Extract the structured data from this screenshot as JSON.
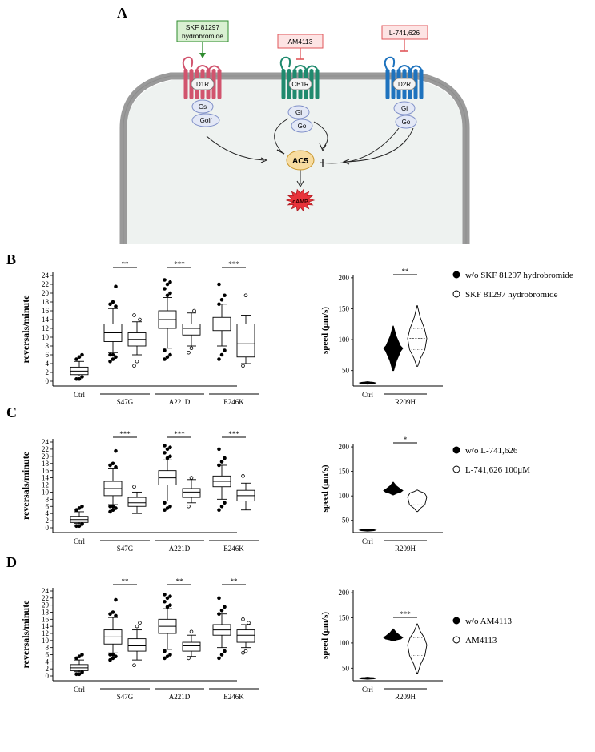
{
  "figure": {
    "panel_labels": [
      "A",
      "B",
      "C",
      "D"
    ],
    "diagram": {
      "drugs": [
        {
          "label_lines": [
            "SKF 81297",
            "hydrobromide"
          ],
          "effect": "agonist",
          "color": "#2e8b2e"
        },
        {
          "label_lines": [
            "AM4113"
          ],
          "effect": "antagonist",
          "color": "#e0565a"
        },
        {
          "label_lines": [
            "L-741,626"
          ],
          "effect": "antagonist",
          "color": "#e0565a"
        }
      ],
      "receptors": [
        "D1R",
        "CB1R",
        "D2R"
      ],
      "receptor_colors": [
        "#d1546e",
        "#1f8a6e",
        "#1e73be"
      ],
      "gproteins": [
        [
          "Gs",
          "Golf"
        ],
        [
          "Gi",
          "Go"
        ],
        [
          "Gi",
          "Go"
        ]
      ],
      "enzyme": "AC5",
      "product": "cAMP",
      "membrane_color": "#9a9a9a",
      "cell_fill": "#eef2f0",
      "enzyme_fill": "#f7dca0",
      "product_fill": "#e8333a"
    },
    "box_yaxis": {
      "label": "reversals/minute",
      "ticks": [
        0,
        2,
        4,
        6,
        8,
        10,
        12,
        14,
        16,
        18,
        20,
        22,
        24
      ]
    },
    "violin_yaxis": {
      "label": "speed (μm/s)",
      "ticks": [
        50,
        100,
        150,
        200
      ]
    },
    "box_xlabels": {
      "ctrl": "Ctrl",
      "groups": [
        "S47G",
        "A221D",
        "E246K"
      ]
    },
    "violin_xlabels": {
      "ctrl": "Ctrl",
      "group": "R209H"
    }
  },
  "chart_data": [
    {
      "panel": "B",
      "type": "box",
      "ylabel": "reversals/minute",
      "ylim": [
        0,
        24
      ],
      "categories": [
        "Ctrl",
        "S47G",
        "A221D",
        "E246K"
      ],
      "series": [
        {
          "name": "w/o SKF 81297 hydrobromide",
          "boxes": [
            {
              "cat": "Ctrl",
              "min": 1.2,
              "q1": 1.5,
              "median": 2.3,
              "q3": 3.2,
              "max": 4.5,
              "outliers": [
                0.5,
                0.5,
                1.0,
                5.0,
                5.5,
                6.0
              ]
            },
            {
              "cat": "S47G",
              "min": 6.5,
              "q1": 9.0,
              "median": 11.0,
              "q3": 13.0,
              "max": 16.5,
              "outliers": [
                4.5,
                5.0,
                5.5,
                6.0,
                6.0,
                17.0,
                17.5,
                18.0,
                21.5
              ]
            },
            {
              "cat": "A221D",
              "min": 7.5,
              "q1": 12.0,
              "median": 14.0,
              "q3": 16.0,
              "max": 19.0,
              "outliers": [
                5.0,
                5.5,
                6.0,
                7.0,
                19.5,
                20.0,
                21.0,
                22.0,
                22.5,
                23.0
              ]
            },
            {
              "cat": "E246K",
              "min": 8.0,
              "q1": 11.5,
              "median": 13.0,
              "q3": 14.5,
              "max": 17.5,
              "outliers": [
                5.0,
                6.0,
                7.0,
                17.5,
                18.5,
                19.5,
                22.0
              ]
            }
          ]
        },
        {
          "name": "SKF 81297 hydrobromide",
          "boxes": [
            {
              "cat": "S47G",
              "min": 6.0,
              "q1": 8.0,
              "median": 9.5,
              "q3": 11.0,
              "max": 13.5,
              "outliers": [
                3.5,
                4.5,
                14.0,
                15.0
              ]
            },
            {
              "cat": "A221D",
              "min": 8.0,
              "q1": 10.5,
              "median": 12.0,
              "q3": 13.0,
              "max": 15.5,
              "outliers": [
                6.5,
                7.5,
                16.0
              ]
            },
            {
              "cat": "E246K",
              "min": 4.0,
              "q1": 5.5,
              "median": 8.5,
              "q3": 13.0,
              "max": 15.0,
              "outliers": [
                3.5,
                19.5
              ]
            }
          ]
        }
      ],
      "significance": [
        "**",
        "***",
        "***"
      ]
    },
    {
      "panel": "B",
      "type": "violin",
      "ylabel": "speed (μm/s)",
      "ylim": [
        25,
        205
      ],
      "categories": [
        "Ctrl",
        "R209H"
      ],
      "series": [
        {
          "name": "w/o SKF 81297 hydrobromide",
          "violins": [
            {
              "cat": "Ctrl",
              "min": 28,
              "q1": 29,
              "median": 30,
              "q3": 31,
              "max": 32
            },
            {
              "cat": "R209H",
              "min": 50,
              "q1": 82,
              "median": 86,
              "q3": 90,
              "max": 122
            }
          ]
        },
        {
          "name": "SKF 81297 hydrobromide",
          "violins": [
            {
              "cat": "R209H",
              "min": 57,
              "q1": 84,
              "median": 102,
              "q3": 118,
              "max": 155
            }
          ]
        }
      ],
      "significance": [
        "**"
      ],
      "legend": [
        "w/o SKF 81297 hydrobromide",
        "SKF 81297 hydrobromide"
      ]
    },
    {
      "panel": "C",
      "type": "box",
      "ylabel": "reversals/minute",
      "ylim": [
        0,
        24
      ],
      "categories": [
        "Ctrl",
        "S47G",
        "A221D",
        "E246K"
      ],
      "series": [
        {
          "name": "w/o L-741,626",
          "boxes": [
            {
              "cat": "Ctrl",
              "min": 1.2,
              "q1": 1.5,
              "median": 2.3,
              "q3": 3.2,
              "max": 4.5,
              "outliers": [
                0.5,
                0.5,
                1.0,
                5.0,
                5.5,
                6.0
              ]
            },
            {
              "cat": "S47G",
              "min": 6.5,
              "q1": 9.0,
              "median": 11.0,
              "q3": 13.0,
              "max": 16.5,
              "outliers": [
                4.5,
                5.0,
                5.5,
                6.0,
                6.0,
                17.0,
                17.5,
                18.0,
                21.5
              ]
            },
            {
              "cat": "A221D",
              "min": 7.5,
              "q1": 12.0,
              "median": 14.0,
              "q3": 16.0,
              "max": 19.0,
              "outliers": [
                5.0,
                5.5,
                6.0,
                7.0,
                19.5,
                20.0,
                21.0,
                22.0,
                22.5,
                23.0
              ]
            },
            {
              "cat": "E246K",
              "min": 8.0,
              "q1": 11.5,
              "median": 13.0,
              "q3": 14.5,
              "max": 17.5,
              "outliers": [
                5.0,
                6.0,
                7.0,
                17.5,
                18.5,
                19.5,
                22.0
              ]
            }
          ]
        },
        {
          "name": "L-741,626 100μM",
          "boxes": [
            {
              "cat": "S47G",
              "min": 4.0,
              "q1": 6.0,
              "median": 7.0,
              "q3": 8.5,
              "max": 10.0,
              "outliers": [
                11.5
              ]
            },
            {
              "cat": "A221D",
              "min": 7.0,
              "q1": 8.5,
              "median": 10.0,
              "q3": 11.0,
              "max": 13.5,
              "outliers": [
                6.0,
                14.0
              ]
            },
            {
              "cat": "E246K",
              "min": 5.0,
              "q1": 7.5,
              "median": 9.0,
              "q3": 10.5,
              "max": 12.5,
              "outliers": [
                14.5
              ]
            }
          ]
        }
      ],
      "significance": [
        "***",
        "***",
        "***"
      ]
    },
    {
      "panel": "C",
      "type": "violin",
      "ylabel": "speed (μm/s)",
      "ylim": [
        25,
        205
      ],
      "categories": [
        "Ctrl",
        "R209H"
      ],
      "series": [
        {
          "name": "w/o L-741,626",
          "violins": [
            {
              "cat": "Ctrl",
              "min": 28,
              "q1": 29,
              "median": 30,
              "q3": 31,
              "max": 32
            },
            {
              "cat": "R209H",
              "min": 102,
              "q1": 108,
              "median": 111,
              "q3": 114,
              "max": 128
            }
          ]
        },
        {
          "name": "L-741,626 100μM",
          "violins": [
            {
              "cat": "R209H",
              "min": 68,
              "q1": 82,
              "median": 98,
              "q3": 106,
              "max": 112
            }
          ]
        }
      ],
      "significance": [
        "*"
      ],
      "legend": [
        "w/o L-741,626",
        "L-741,626 100μM"
      ]
    },
    {
      "panel": "D",
      "type": "box",
      "ylabel": "reversals/minute",
      "ylim": [
        0,
        24
      ],
      "categories": [
        "Ctrl",
        "S47G",
        "A221D",
        "E246K"
      ],
      "series": [
        {
          "name": "w/o AM4113",
          "boxes": [
            {
              "cat": "Ctrl",
              "min": 1.2,
              "q1": 1.5,
              "median": 2.3,
              "q3": 3.2,
              "max": 4.5,
              "outliers": [
                0.5,
                0.5,
                1.0,
                5.0,
                5.5,
                6.0
              ]
            },
            {
              "cat": "S47G",
              "min": 6.5,
              "q1": 9.0,
              "median": 11.0,
              "q3": 13.0,
              "max": 16.5,
              "outliers": [
                4.5,
                5.0,
                5.5,
                6.0,
                6.0,
                17.0,
                17.5,
                18.0,
                21.5
              ]
            },
            {
              "cat": "A221D",
              "min": 7.5,
              "q1": 12.0,
              "median": 14.0,
              "q3": 16.0,
              "max": 19.0,
              "outliers": [
                5.0,
                5.5,
                6.0,
                7.0,
                19.5,
                20.0,
                21.0,
                22.0,
                22.5,
                23.0
              ]
            },
            {
              "cat": "E246K",
              "min": 8.0,
              "q1": 11.5,
              "median": 13.0,
              "q3": 14.5,
              "max": 17.5,
              "outliers": [
                5.0,
                6.0,
                7.0,
                17.5,
                18.5,
                19.5,
                22.0
              ]
            }
          ]
        },
        {
          "name": "AM4113",
          "boxes": [
            {
              "cat": "S47G",
              "min": 4.5,
              "q1": 7.0,
              "median": 8.5,
              "q3": 10.5,
              "max": 13.0,
              "outliers": [
                3.0,
                14.0,
                15.0
              ]
            },
            {
              "cat": "A221D",
              "min": 5.5,
              "q1": 7.0,
              "median": 8.5,
              "q3": 9.5,
              "max": 11.5,
              "outliers": [
                5.0,
                12.5
              ]
            },
            {
              "cat": "E246K",
              "min": 8.0,
              "q1": 9.5,
              "median": 11.5,
              "q3": 13.0,
              "max": 14.5,
              "outliers": [
                6.5,
                7.0,
                15.0,
                16.0
              ]
            }
          ]
        }
      ],
      "significance": [
        "**",
        "**",
        "**"
      ]
    },
    {
      "panel": "D",
      "type": "violin",
      "ylabel": "speed (μm/s)",
      "ylim": [
        25,
        205
      ],
      "categories": [
        "Ctrl",
        "R209H"
      ],
      "series": [
        {
          "name": "w/o AM4113",
          "violins": [
            {
              "cat": "Ctrl",
              "min": 28,
              "q1": 29,
              "median": 30,
              "q3": 31,
              "max": 32
            },
            {
              "cat": "R209H",
              "min": 104,
              "q1": 108,
              "median": 111,
              "q3": 114,
              "max": 128
            }
          ]
        },
        {
          "name": "AM4113",
          "violins": [
            {
              "cat": "R209H",
              "min": 40,
              "q1": 75,
              "median": 96,
              "q3": 110,
              "max": 138
            }
          ]
        }
      ],
      "significance": [
        "***"
      ],
      "legend": [
        "w/o AM4113",
        "AM4113"
      ]
    }
  ]
}
